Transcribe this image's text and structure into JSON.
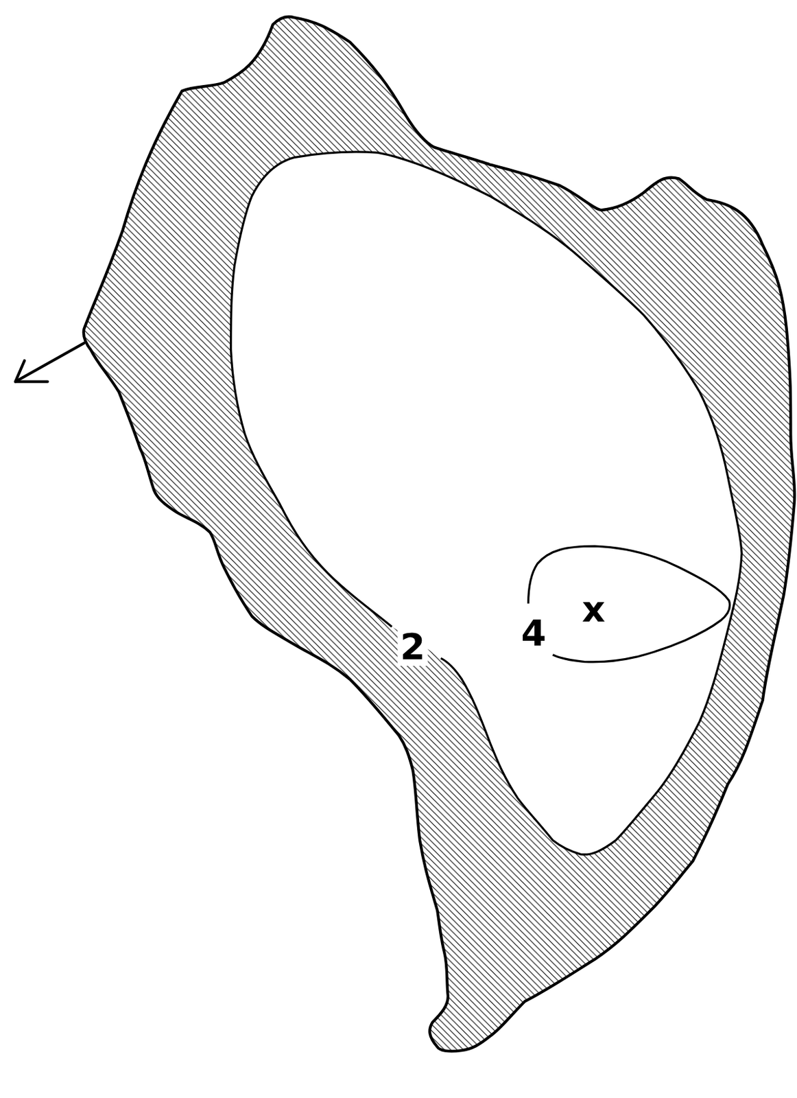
{
  "diagram": {
    "labels": [
      "2",
      "4",
      "x"
    ]
  }
}
